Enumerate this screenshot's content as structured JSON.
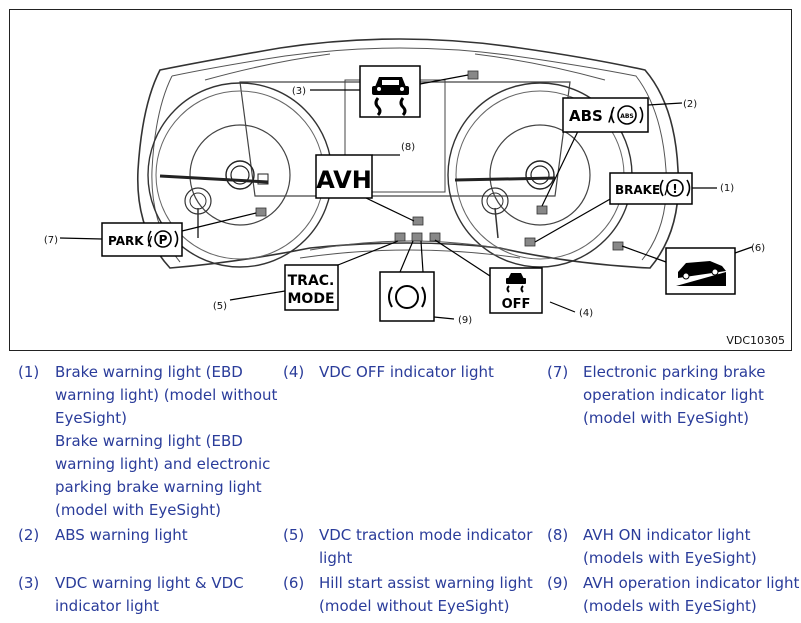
{
  "figure": {
    "code": "VDC10305",
    "callouts": [
      "(1)",
      "(2)",
      "(3)",
      "(4)",
      "(5)",
      "(6)",
      "(7)",
      "(8)",
      "(9)"
    ],
    "symbols": {
      "abs_text": "ABS /",
      "abs_inner": "ABS",
      "brake_text": "BRAKE /",
      "brake_inner": "!",
      "park_text": "PARK /",
      "park_inner": "P",
      "avh_text": "AVH",
      "trac_line1": "TRAC.",
      "trac_line2": "MODE",
      "vdc_off_text": "OFF",
      "icons": [
        "vdc-skid-car-icon",
        "abs-icon",
        "brake-warning-icon",
        "park-p-icon",
        "avh-operation-icon",
        "vdc-off-icon",
        "hill-start-car-icon"
      ]
    }
  },
  "legend": {
    "col1": [
      {
        "num": "(1)",
        "lines": [
          "Brake warning light (EBD",
          "warning light) (model without",
          "EyeSight)",
          "Brake warning light (EBD",
          "warning light) and electronic",
          "parking brake warning light",
          "(model with EyeSight)"
        ]
      },
      {
        "num": "(2)",
        "lines": [
          "ABS warning light"
        ]
      },
      {
        "num": "(3)",
        "lines": [
          "VDC warning light & VDC",
          "indicator light"
        ]
      }
    ],
    "col2": [
      {
        "num": "(4)",
        "lines": [
          "VDC OFF indicator light"
        ]
      },
      {
        "num": "(5)",
        "lines": [
          "VDC traction mode indicator",
          "light"
        ]
      },
      {
        "num": "(6)",
        "lines": [
          "Hill start assist warning light",
          "(model without EyeSight)"
        ]
      }
    ],
    "col3": [
      {
        "num": "(7)",
        "lines": [
          "Electronic parking brake",
          "operation indicator light",
          "(model with EyeSight)"
        ]
      },
      {
        "num": "(8)",
        "lines": [
          "AVH ON indicator light",
          "(models with EyeSight)"
        ]
      },
      {
        "num": "(9)",
        "lines": [
          "AVH operation indicator light",
          "(models with EyeSight)"
        ]
      }
    ]
  }
}
